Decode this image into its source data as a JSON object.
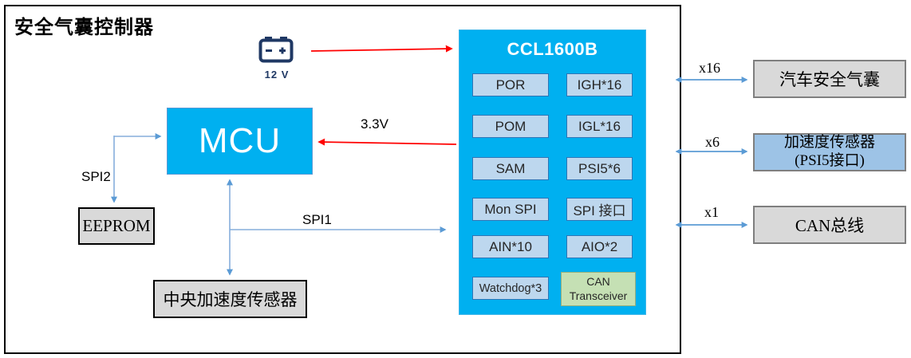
{
  "container": {
    "title": "安全气囊控制器"
  },
  "battery": {
    "voltage_label": "12 V"
  },
  "mcu": {
    "label": "MCU"
  },
  "eeprom": {
    "label": "EEPROM"
  },
  "central_sensor": {
    "label": "中央加速度传感器"
  },
  "ccl": {
    "title": "CCL1600B",
    "rows": [
      {
        "left": "POR",
        "right": "IGH*16"
      },
      {
        "left": "POM",
        "right": "IGL*16"
      },
      {
        "left": "SAM",
        "right": "PSI5*6"
      },
      {
        "left": "Mon SPI",
        "right": "SPI 接口"
      },
      {
        "left": "AIN*10",
        "right": "AIO*2"
      },
      {
        "left": "Watchdog*3",
        "right": "CAN Transceiver"
      }
    ]
  },
  "connections": {
    "spi1": "SPI1",
    "spi2": "SPI2",
    "supply_33v": "3.3V"
  },
  "external": {
    "airbag": {
      "label": "汽车安全气囊",
      "count": "x16"
    },
    "accel": {
      "label": "加速度传感器\n(PSI5接口)",
      "count": "x6"
    },
    "can": {
      "label": "CAN总线",
      "count": "x1"
    }
  },
  "colors": {
    "chip_blue": "#00B0F0",
    "cell_light_blue": "#BDD7EE",
    "cell_border_blue": "#2E75B6",
    "can_green": "#C5E0B4",
    "box_gray": "#D9D9D9",
    "ext_blue": "#9DC3E6",
    "arrow_blue": "#5B9BD5",
    "arrow_red": "#FF0000",
    "battery_navy": "#1F3864"
  }
}
